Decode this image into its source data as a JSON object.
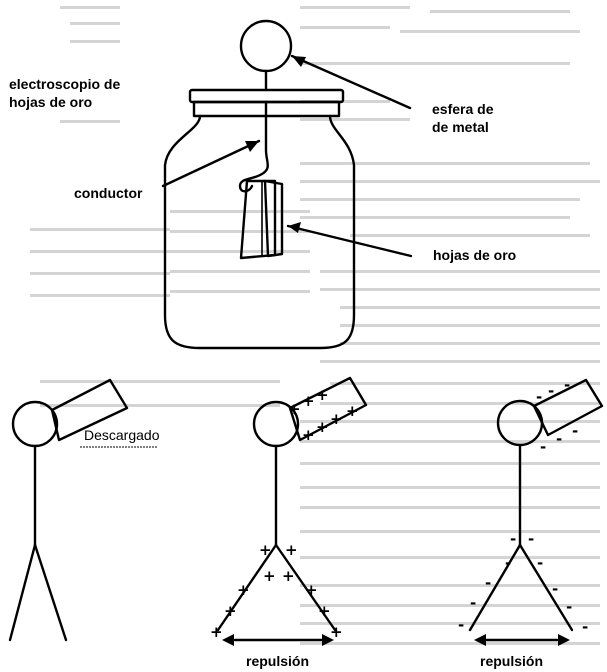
{
  "labels": {
    "electroscope_line1": "electroscopio de",
    "electroscope_line2": "hojas de oro",
    "sphere_line1": "esfera de",
    "sphere_line2": "de metal",
    "conductor": "conductor",
    "gold_leaves": "hojas de oro",
    "discharged": "Descargado",
    "repulsion_positive": "repulsión",
    "repulsion_negative": "repulsión"
  },
  "charges": {
    "positive_sign": "+",
    "negative_sign": "-"
  },
  "colors": {
    "ink": "#000000",
    "background": "#ffffff",
    "bleed_text": "#c8c8c8"
  }
}
